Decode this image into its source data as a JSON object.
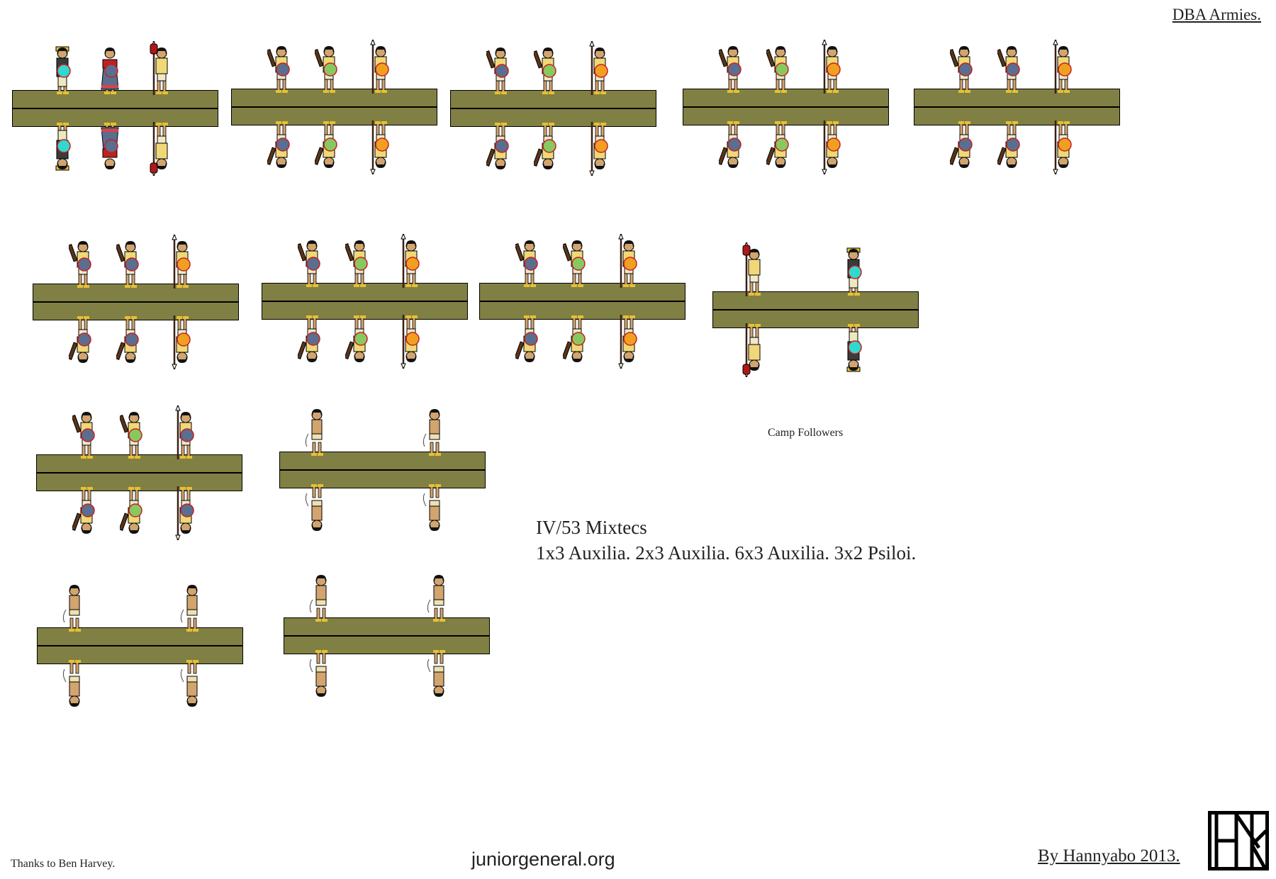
{
  "header": {
    "title": "DBA Armies."
  },
  "army": {
    "name": "IV/53 Mixtecs",
    "composition": "1x3 Auxilia. 2x3 Auxilia. 6x3 Auxilia. 3x2 Psiloi."
  },
  "camp_label": "Camp Followers",
  "footer": {
    "thanks": "Thanks to  Ben Harvey.",
    "site": "juniorgeneral.org",
    "author": "By Hannyabo 2013.",
    "logo_text": "HNK"
  },
  "colors": {
    "base": "#808044",
    "skin": "#d2a46e",
    "tunic": "#f0d878",
    "hair": "#111111"
  },
  "units": [
    {
      "type": "general",
      "figures": [
        {
          "kind": "noble",
          "shield": "#30d8d0"
        },
        {
          "kind": "priestess",
          "shield": "#5a6e90"
        },
        {
          "kind": "standard",
          "shield": null
        }
      ]
    },
    {
      "type": "auxilia",
      "figures": [
        {
          "kind": "club",
          "shield": "#5a6e90"
        },
        {
          "kind": "club",
          "shield": "#88c860"
        },
        {
          "kind": "spear",
          "shield": "#f0a020"
        }
      ]
    },
    {
      "type": "auxilia",
      "figures": [
        {
          "kind": "club",
          "shield": "#5a6e90"
        },
        {
          "kind": "club",
          "shield": "#88c860"
        },
        {
          "kind": "spear",
          "shield": "#f0a020"
        }
      ]
    },
    {
      "type": "auxilia",
      "figures": [
        {
          "kind": "club",
          "shield": "#5a6e90"
        },
        {
          "kind": "club",
          "shield": "#88c860"
        },
        {
          "kind": "spear",
          "shield": "#f0a020"
        }
      ]
    },
    {
      "type": "auxilia",
      "figures": [
        {
          "kind": "club",
          "shield": "#5a6e90"
        },
        {
          "kind": "club",
          "shield": "#5a6e90"
        },
        {
          "kind": "spear",
          "shield": "#f0a020"
        }
      ]
    },
    {
      "type": "auxilia",
      "figures": [
        {
          "kind": "club",
          "shield": "#5a6e90"
        },
        {
          "kind": "club",
          "shield": "#5a6e90"
        },
        {
          "kind": "spear",
          "shield": "#f0a020"
        }
      ]
    },
    {
      "type": "auxilia",
      "figures": [
        {
          "kind": "club",
          "shield": "#5a6e90"
        },
        {
          "kind": "club",
          "shield": "#88c860"
        },
        {
          "kind": "spear",
          "shield": "#f0a020"
        }
      ]
    },
    {
      "type": "auxilia",
      "figures": [
        {
          "kind": "club",
          "shield": "#5a6e90"
        },
        {
          "kind": "club",
          "shield": "#88c860"
        },
        {
          "kind": "spear",
          "shield": "#f0a020"
        }
      ]
    },
    {
      "type": "camp",
      "figures": [
        {
          "kind": "standard",
          "shield": null
        },
        {
          "kind": "noble",
          "shield": "#30d8d0"
        }
      ]
    },
    {
      "type": "auxilia",
      "figures": [
        {
          "kind": "club",
          "shield": "#5a6e90"
        },
        {
          "kind": "club",
          "shield": "#88c860"
        },
        {
          "kind": "spear",
          "shield": "#5a6e90"
        }
      ]
    },
    {
      "type": "psiloi",
      "figures": [
        {
          "kind": "sling",
          "shield": null
        },
        {
          "kind": "sling",
          "shield": null
        }
      ]
    },
    {
      "type": "psiloi",
      "figures": [
        {
          "kind": "sling",
          "shield": null
        },
        {
          "kind": "sling",
          "shield": null
        }
      ]
    },
    {
      "type": "psiloi",
      "figures": [
        {
          "kind": "sling",
          "shield": null
        },
        {
          "kind": "sling",
          "shield": null
        }
      ]
    }
  ]
}
